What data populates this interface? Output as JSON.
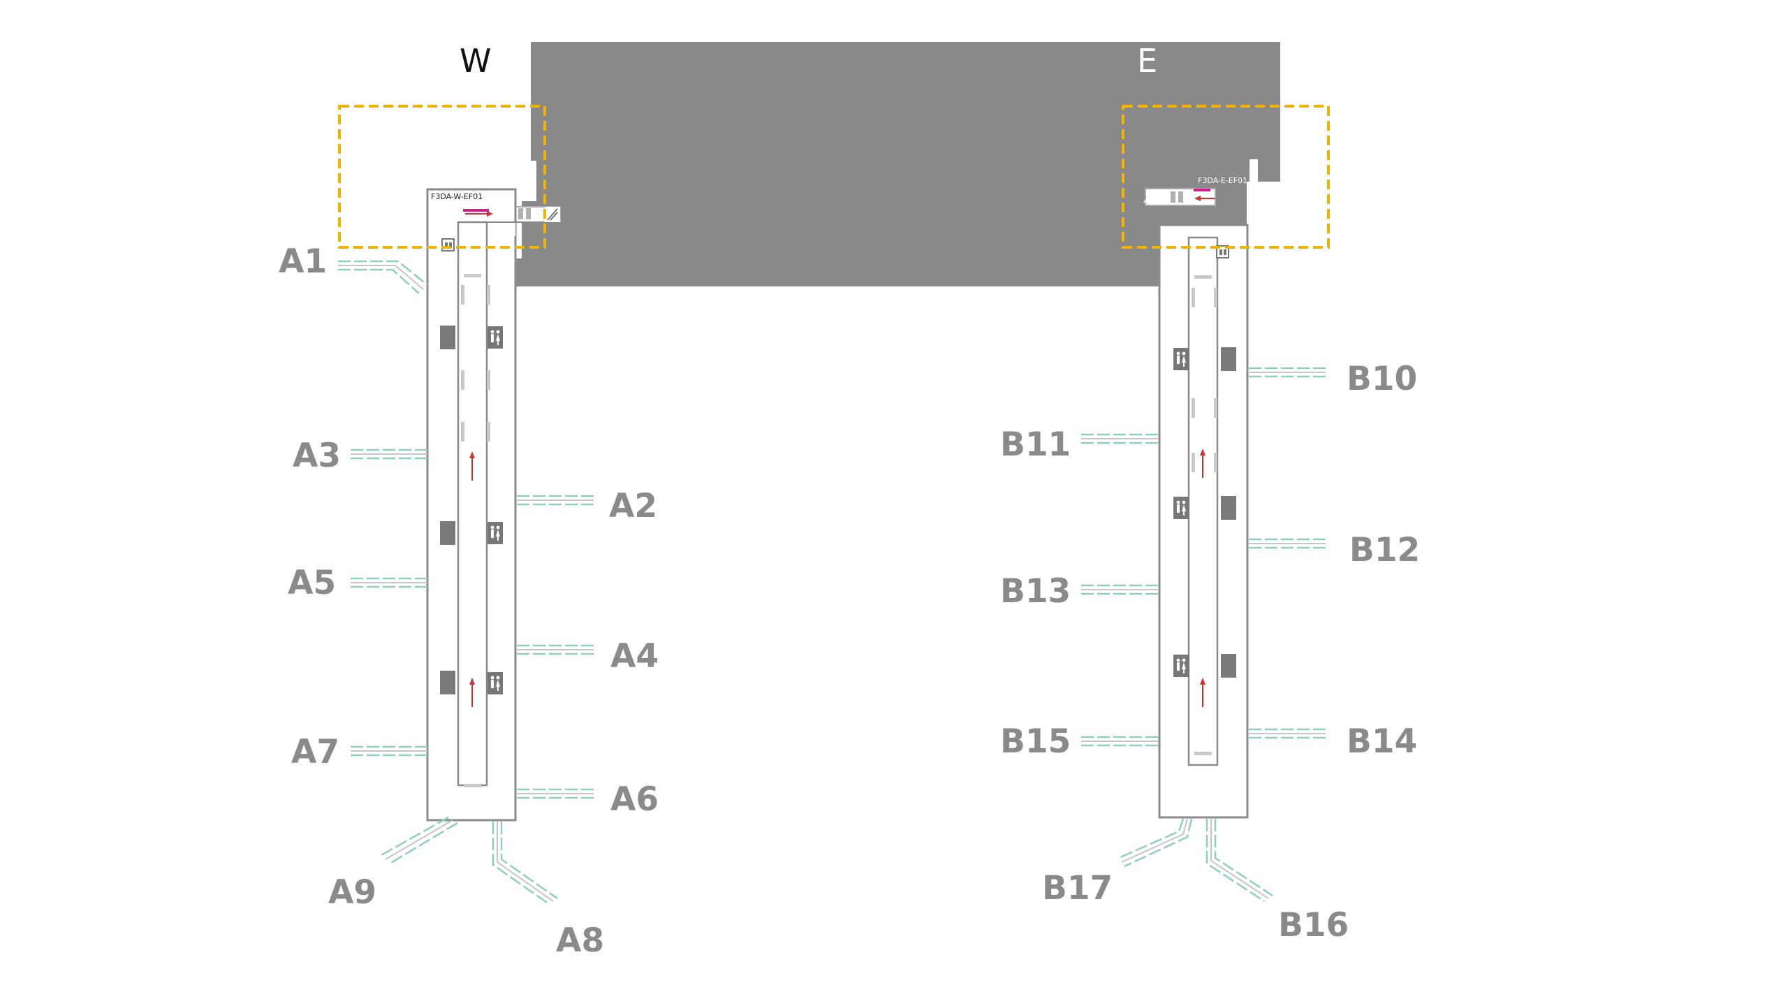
{
  "compass": {
    "west": "W",
    "east": "E"
  },
  "codes": {
    "west": "F3DA-W-EF01",
    "east": "F3DA-E-EF01"
  },
  "gates": {
    "A1": "A1",
    "A2": "A2",
    "A3": "A3",
    "A4": "A4",
    "A5": "A5",
    "A6": "A6",
    "A7": "A7",
    "A8": "A8",
    "A9": "A9",
    "B10": "B10",
    "B11": "B11",
    "B12": "B12",
    "B13": "B13",
    "B14": "B14",
    "B15": "B15",
    "B16": "B16",
    "B17": "B17"
  },
  "colors": {
    "building": "#898989",
    "pier_outline": "#8a8a8a",
    "highlight_box": "#f0b400",
    "jet_bridge": "#8fcfc0",
    "arrow": "#d0342c",
    "marker": "#d81b8a",
    "gate_label": "#8a8a8a"
  },
  "icons": {
    "restroom": "restroom-icon",
    "elevator": "elevator-icon",
    "escalator": "escalator-icon",
    "direction": "direction-arrow-icon",
    "gate_bridge": "jet-bridge-icon"
  }
}
